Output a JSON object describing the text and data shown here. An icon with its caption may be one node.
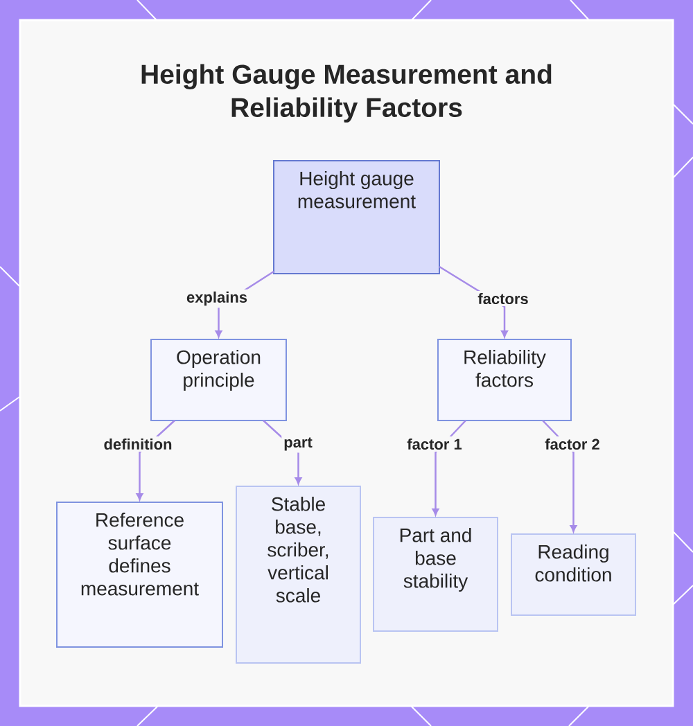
{
  "diagram": {
    "title": "Height Gauge Measurement and Reliability Factors",
    "nodes": [
      {
        "text": [
          "Height gauge measurement"
        ]
      },
      {
        "text": [
          "Operation principle"
        ]
      },
      {
        "text": [
          "Reliability factors"
        ]
      },
      {
        "text": [
          "Reference surface defines measurement"
        ]
      },
      {
        "text": [
          "Stable base, scriber, vertical scale"
        ]
      },
      {
        "text": [
          "Part and base stability"
        ]
      },
      {
        "text": [
          "Reading condition"
        ]
      }
    ],
    "edges": [
      {
        "from": 0,
        "to": 1,
        "arrow": "to",
        "label": "explains"
      },
      {
        "from": 0,
        "to": 2,
        "arrow": "to",
        "label": "factors"
      },
      {
        "from": 1,
        "to": 3,
        "arrow": "to",
        "label": "definition"
      },
      {
        "from": 1,
        "to": 4,
        "arrow": "to",
        "label": "part"
      },
      {
        "from": 2,
        "to": 5,
        "arrow": "to",
        "label": "factor 1"
      },
      {
        "from": 2,
        "to": 6,
        "arrow": "to",
        "label": "factor 2"
      }
    ]
  }
}
